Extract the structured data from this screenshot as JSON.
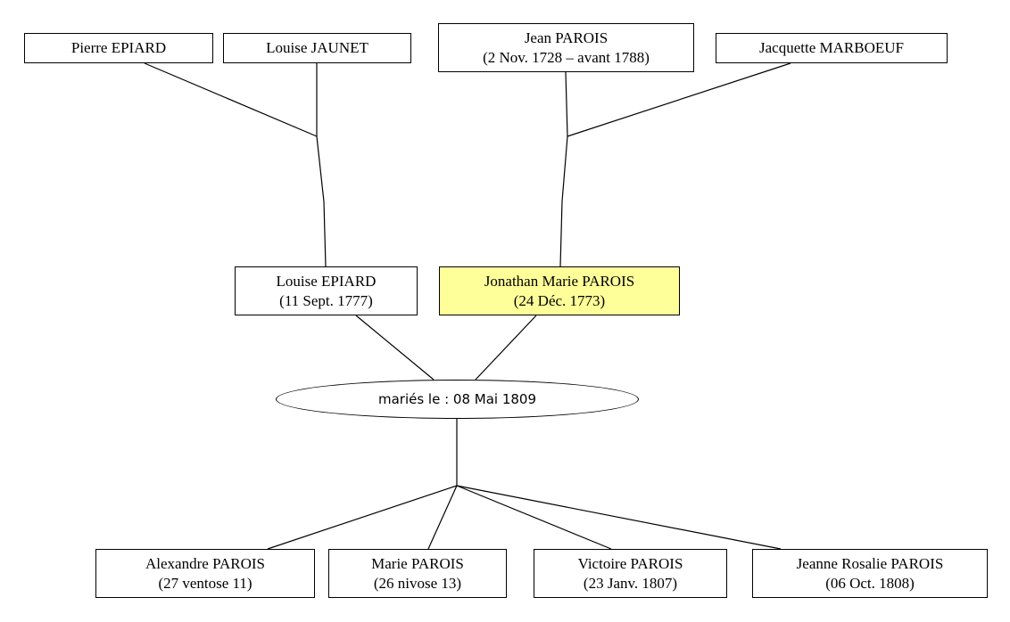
{
  "people": {
    "pierre_epiard": {
      "name": "Pierre EPIARD",
      "dates": ""
    },
    "louise_jaunet": {
      "name": "Louise JAUNET",
      "dates": ""
    },
    "jean_parois": {
      "name": "Jean PAROIS",
      "dates": "(2 Nov. 1728 – avant 1788)"
    },
    "jacquette_marboeuf": {
      "name": "Jacquette MARBOEUF",
      "dates": ""
    },
    "louise_epiard": {
      "name": "Louise EPIARD",
      "dates": "(11 Sept. 1777)"
    },
    "jonathan_parois": {
      "name": "Jonathan Marie PAROIS",
      "dates": "(24 Déc. 1773)",
      "highlighted": true
    },
    "alexandre_parois": {
      "name": "Alexandre PAROIS",
      "dates": "(27 ventose 11)"
    },
    "marie_parois": {
      "name": "Marie PAROIS",
      "dates": "(26 nivose 13)"
    },
    "victoire_parois": {
      "name": "Victoire PAROIS",
      "dates": "(23 Janv. 1807)"
    },
    "jeanne_parois": {
      "name": "Jeanne Rosalie PAROIS",
      "dates": "(06 Oct. 1808)"
    }
  },
  "marriage": {
    "label": "mariés le : 08 Mai 1809"
  },
  "colors": {
    "highlight": "#ffff99",
    "line": "#000000",
    "box_background": "#ffffff"
  }
}
